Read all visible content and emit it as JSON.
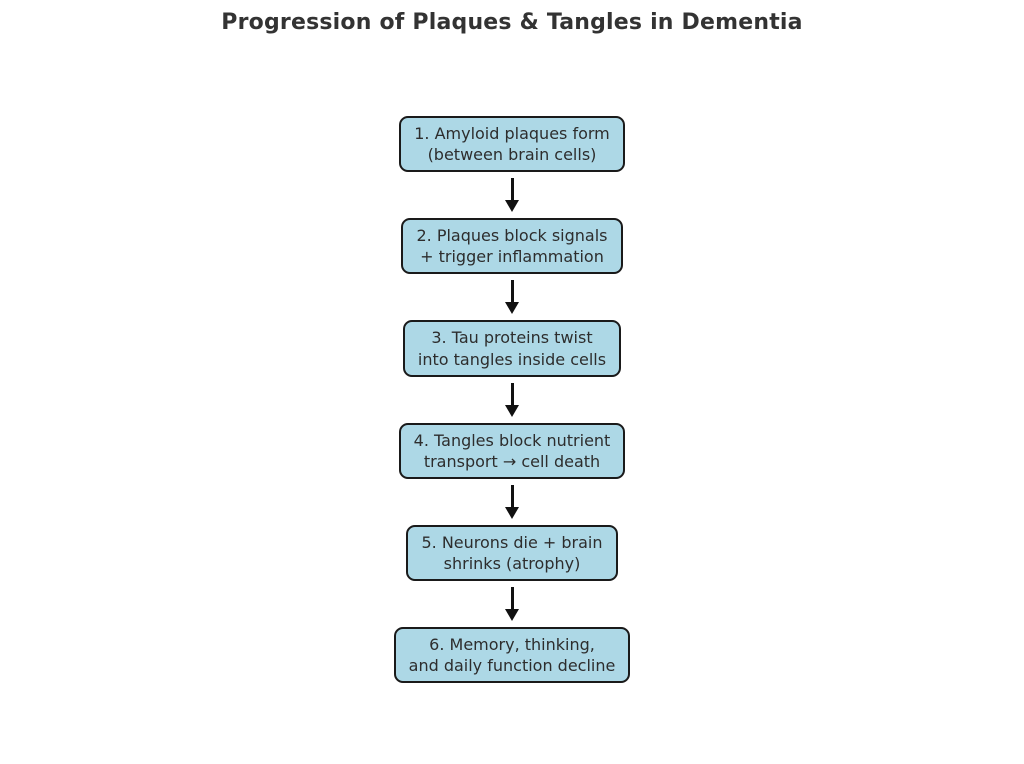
{
  "title": "Progression of Plaques & Tangles in Dementia",
  "colors": {
    "box_fill": "#ADD8E6",
    "box_border": "#1a1a1a",
    "box_text": "#2d2d2d",
    "title_text": "#333333",
    "arrow_color": "#111111"
  },
  "steps": [
    {
      "text": "1. Amyloid plaques form\n(between brain cells)"
    },
    {
      "text": "2. Plaques block signals\n+ trigger inflammation"
    },
    {
      "text": "3. Tau proteins twist\ninto tangles inside cells"
    },
    {
      "text": "4. Tangles block nutrient\ntransport → cell death"
    },
    {
      "text": "5. Neurons die + brain\nshrinks (atrophy)"
    },
    {
      "text": "6. Memory, thinking,\nand daily function decline"
    }
  ]
}
